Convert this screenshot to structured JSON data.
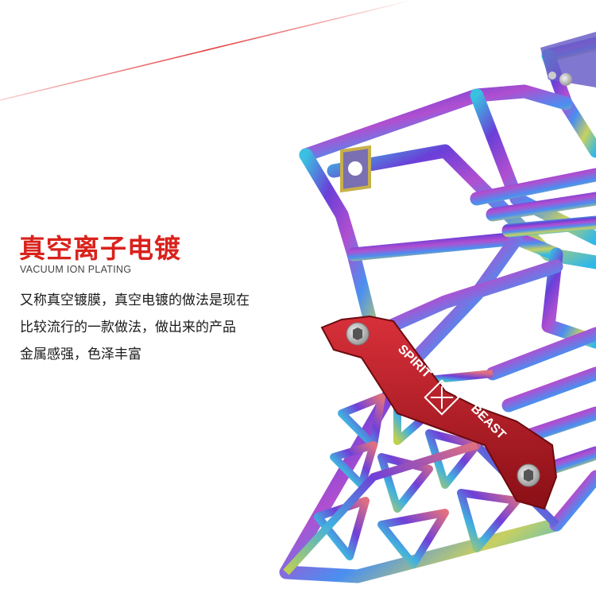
{
  "heading": {
    "title": "真空离子电镀",
    "subtitle": "VACUUM ION PLATING"
  },
  "description": {
    "lines": [
      "又称真空镀膜，真空电镀的做法是现在",
      "比较流行的一款做法，做出来的产品",
      "金属感强，色泽丰富"
    ]
  },
  "product": {
    "bracket_text_top": "SPIRIT",
    "bracket_text_bottom": "BEAST",
    "bracket_color": "#b3161e",
    "accent_color": "#d9221c"
  }
}
